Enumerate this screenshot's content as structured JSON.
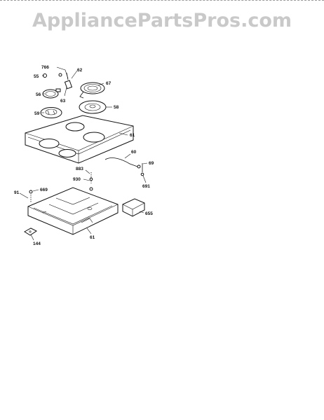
{
  "watermark": "AppliancePartsPros.com",
  "callouts": {
    "c766": "766",
    "c55": "55",
    "c62": "62",
    "c67": "67",
    "c56": "56",
    "c63": "63",
    "c59": "59",
    "c58": "58",
    "c61_top": "61",
    "c60": "60",
    "c69": "69",
    "c883": "883",
    "c930": "930",
    "c691": "691",
    "c91": "91",
    "c669": "669",
    "c655": "655",
    "c61_bottom": "61",
    "c144": "144"
  }
}
